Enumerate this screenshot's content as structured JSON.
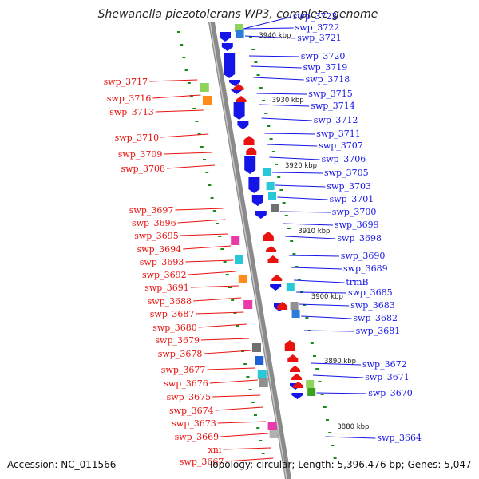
{
  "header": {
    "title": "Shewanella piezotolerans WP3, complete genome"
  },
  "footer": {
    "accession": "Accession: NC_011566",
    "summary": "Topology: circular; Length: 5,396,476 bp; Genes: 5,047"
  },
  "colors": {
    "left": "#e8120e",
    "right": "#1515e8",
    "axis": "#8a8a8a",
    "tick": "#1a8a1a"
  },
  "kbp_ticks": [
    "3940 kbp",
    "3930 kbp",
    "3920 kbp",
    "3910 kbp",
    "3900 kbp",
    "3890 kbp",
    "3880 kbp"
  ],
  "right_labels": [
    "swp_3723",
    "swp_3722",
    "swp_3721",
    "swp_3720",
    "swp_3719",
    "swp_3718",
    "swp_3715",
    "swp_3714",
    "swp_3712",
    "swp_3711",
    "swp_3707",
    "swp_3706",
    "swp_3705",
    "swp_3703",
    "swp_3701",
    "swp_3700",
    "swp_3699",
    "swp_3698",
    "swp_3690",
    "swp_3689",
    "trmB",
    "swp_3685",
    "swp_3683",
    "swp_3682",
    "swp_3681",
    "swp_3672",
    "swp_3671",
    "swp_3670",
    "swp_3664"
  ],
  "left_labels": [
    "swp_3717",
    "swp_3716",
    "swp_3713",
    "swp_3710",
    "swp_3709",
    "swp_3708",
    "swp_3697",
    "swp_3696",
    "swp_3695",
    "swp_3694",
    "swp_3693",
    "swp_3692",
    "swp_3691",
    "swp_3688",
    "swp_3687",
    "swp_3680",
    "swp_3679",
    "swp_3678",
    "swp_3677",
    "swp_3676",
    "swp_3675",
    "swp_3674",
    "swp_3673",
    "swp_3669",
    "xni",
    "swp_3667"
  ]
}
